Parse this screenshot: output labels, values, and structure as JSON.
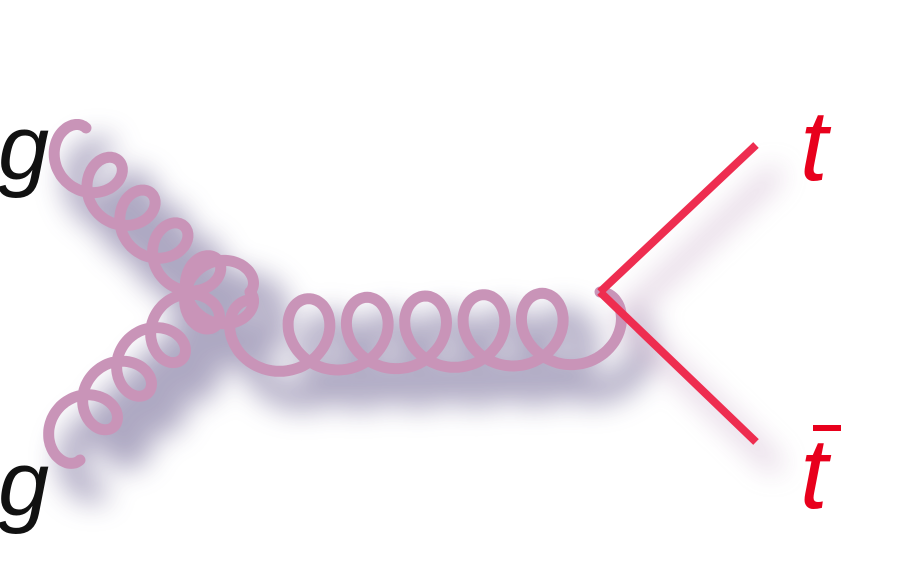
{
  "particles": {
    "gluon_top": "g",
    "gluon_bottom": "g",
    "top_quark": "t",
    "antitop_quark": "t"
  },
  "colors": {
    "gluon": "#c994b8",
    "gluon_shadow": "#6a6090",
    "quark": "#ee2d50",
    "quark_label": "#e8001c",
    "gluon_label": "#111111"
  },
  "icons": {
    "antitop_bar": "overline-bar"
  }
}
